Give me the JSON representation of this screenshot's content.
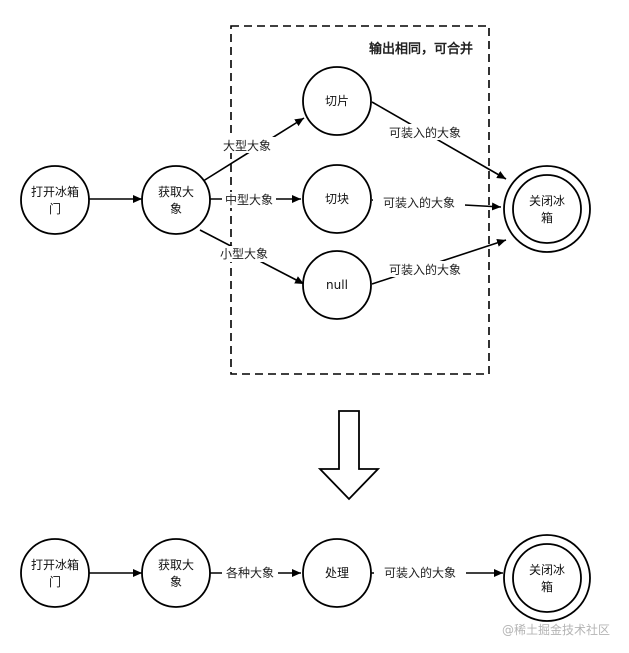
{
  "top": {
    "group_title": "输出相同，可合并",
    "nodes": {
      "open": [
        "打开冰箱",
        "门"
      ],
      "get": [
        "获取大",
        "象"
      ],
      "slice": [
        "切片"
      ],
      "chunk": [
        "切块"
      ],
      "null": [
        "null"
      ],
      "close": [
        "关闭冰",
        "箱"
      ]
    },
    "edges": {
      "big": "大型大象",
      "mid": "中型大象",
      "small": "小型大象",
      "fit1": "可装入的大象",
      "fit2": "可装入的大象",
      "fit3": "可装入的大象"
    }
  },
  "bottom": {
    "nodes": {
      "open": [
        "打开冰箱",
        "门"
      ],
      "get": [
        "获取大",
        "象"
      ],
      "process": [
        "处理"
      ],
      "close": [
        "关闭冰",
        "箱"
      ]
    },
    "edges": {
      "kinds": "各种大象",
      "fit": "可装入的大象"
    }
  },
  "watermark": "@稀土掘金技术社区",
  "colors": {
    "stroke": "#000000",
    "text": "#111111",
    "watermark": "#b4b4b4"
  }
}
